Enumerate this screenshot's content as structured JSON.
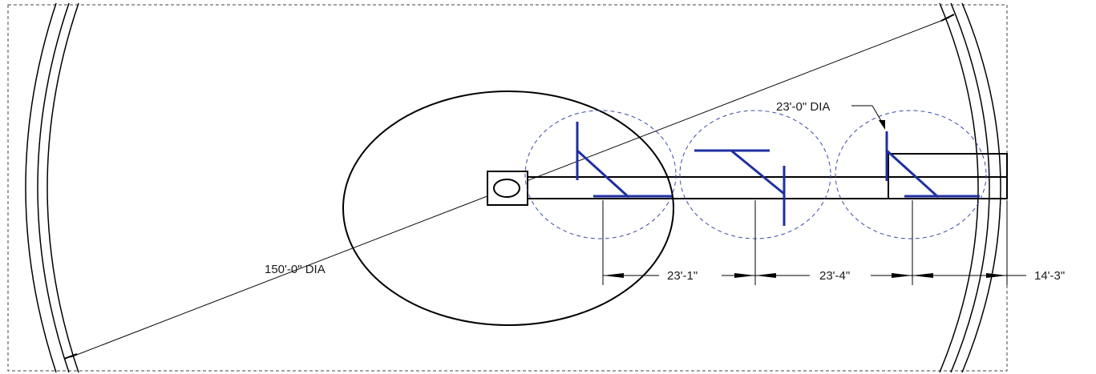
{
  "labels": {
    "tank_diameter": "150'-0\" DIA",
    "mixer_diameter": "23'-0\" DIA",
    "spacing_1": "23'-1\"",
    "spacing_2": "23'-4\"",
    "spacing_3": "14'-3\""
  },
  "colors": {
    "line": "#000000",
    "mixer": "#1f2fa0",
    "dash_circle": "#3a4aa8",
    "border": "#444444"
  }
}
